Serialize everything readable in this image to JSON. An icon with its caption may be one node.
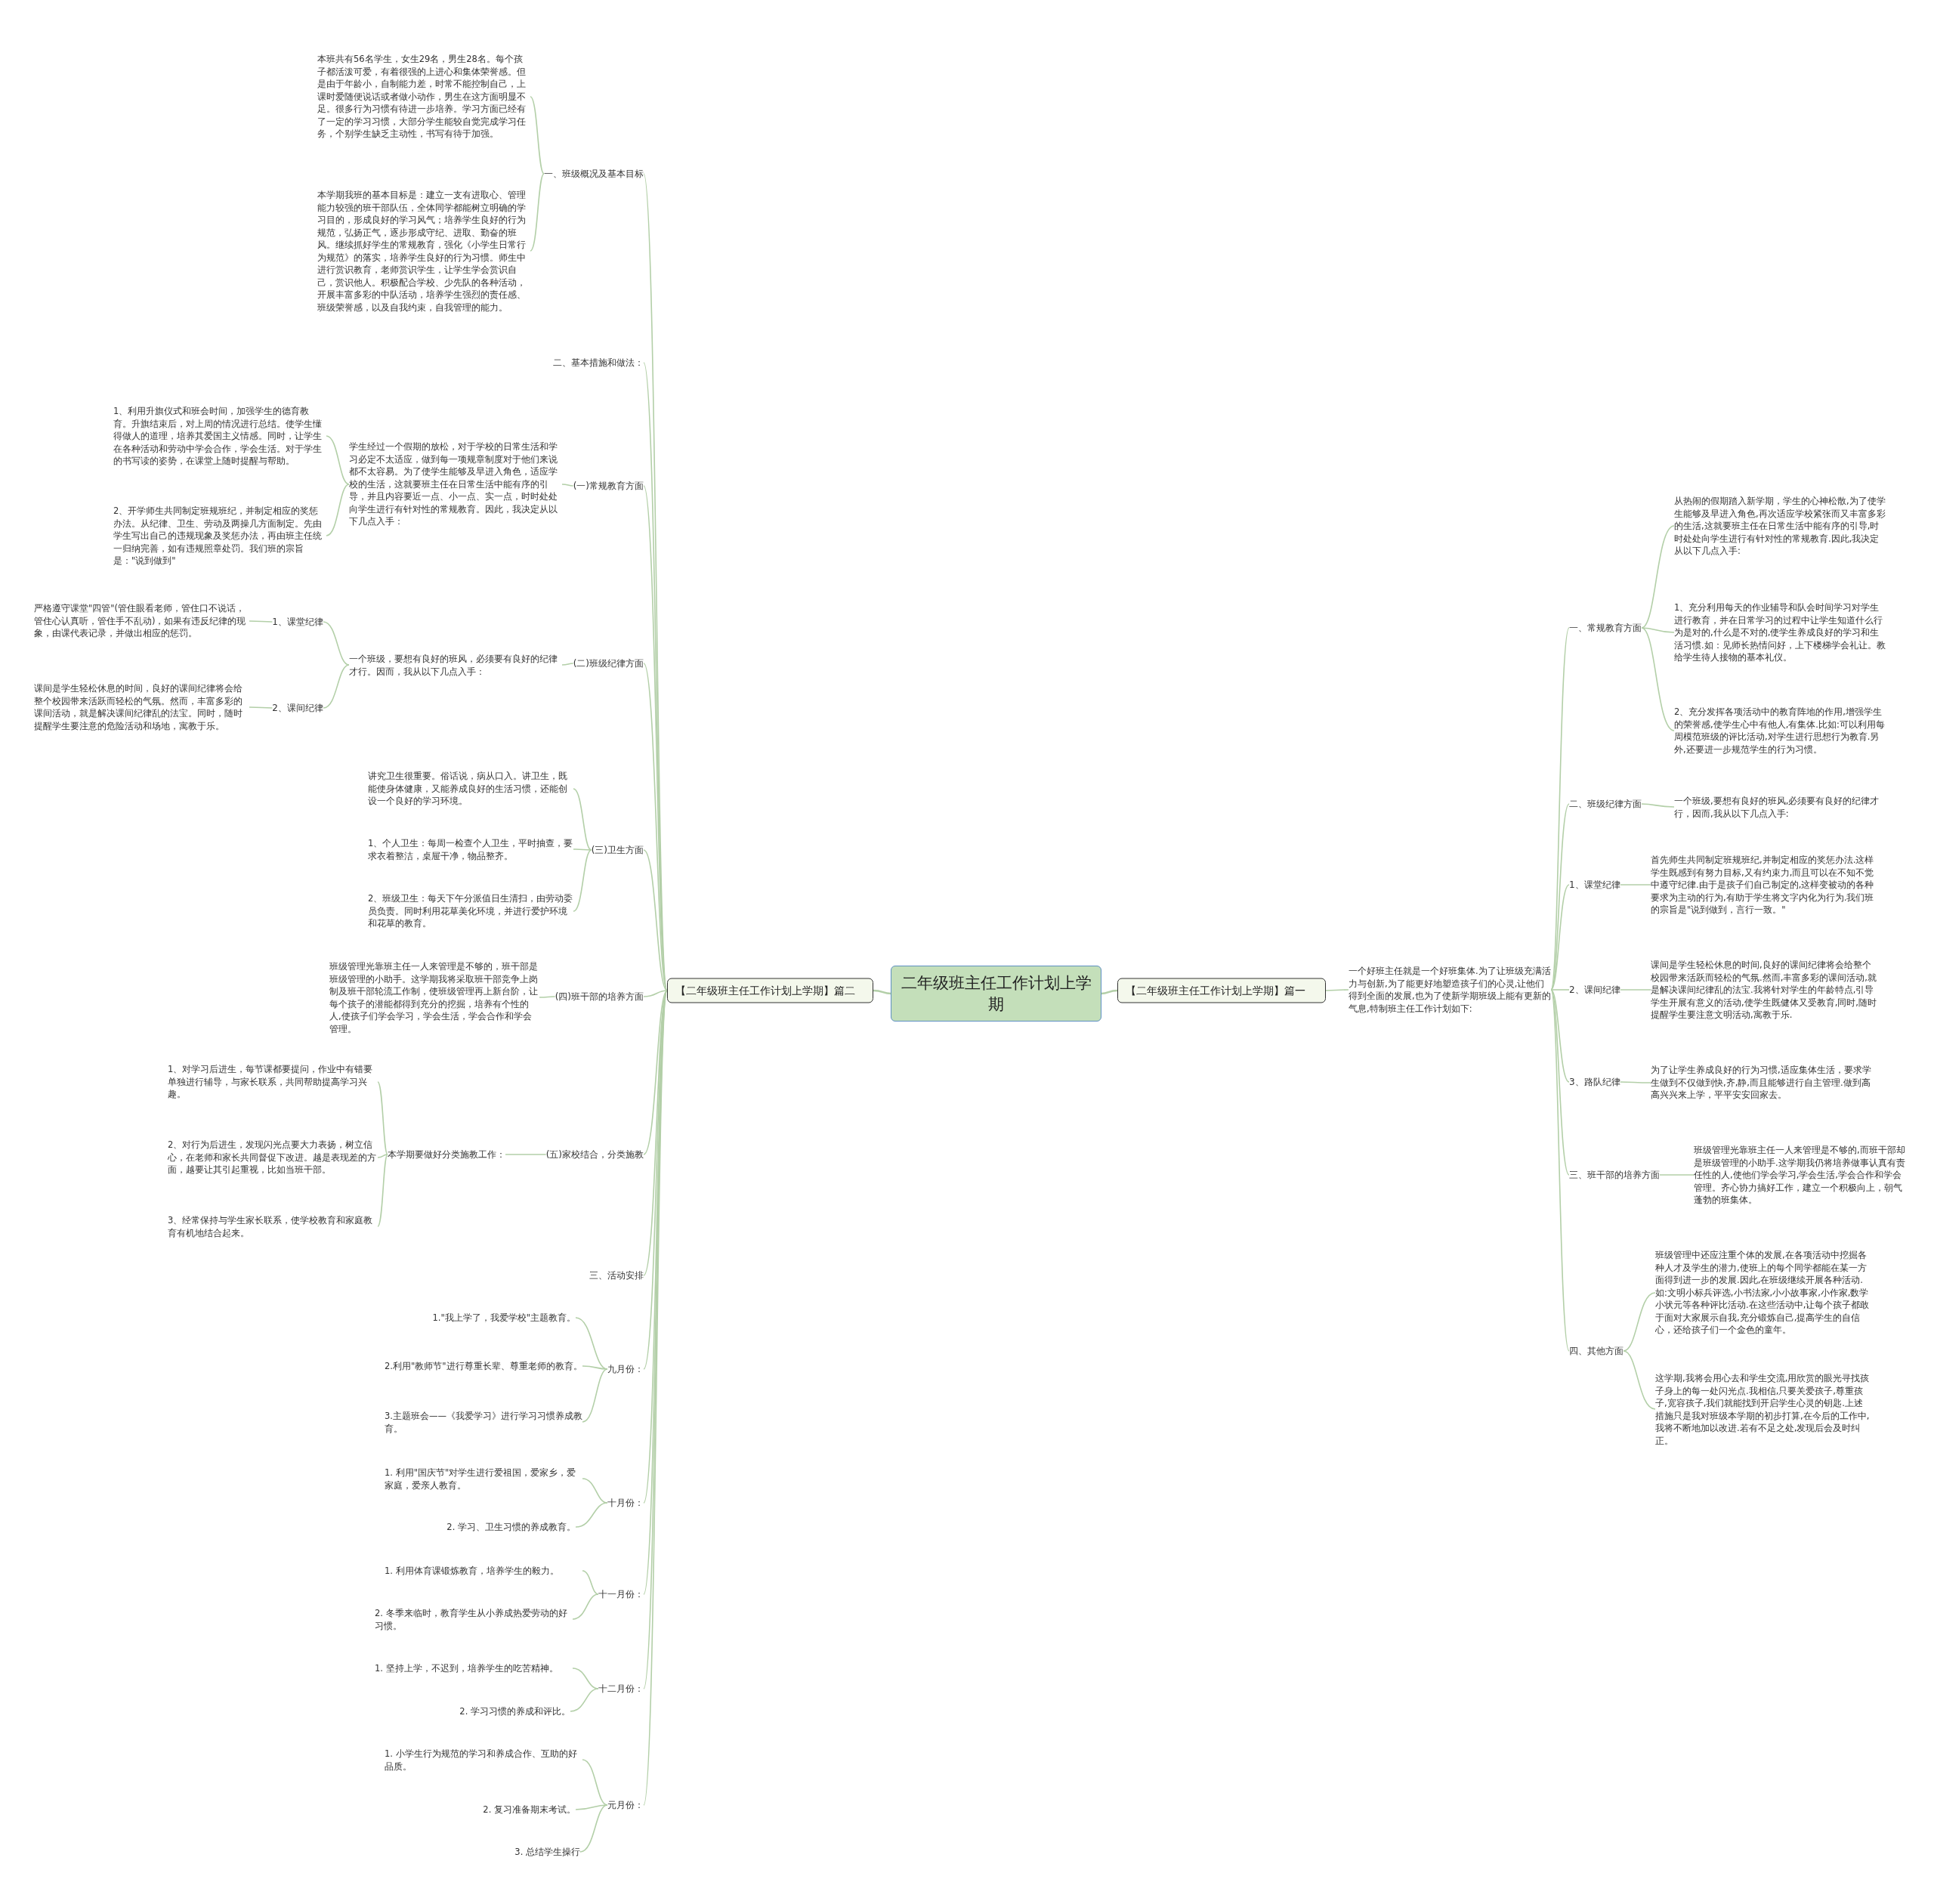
{
  "diagram": {
    "nodes": [
      {
        "text": [
          "二年级班主任工作计划上学期"
        ]
      },
      {
        "text": [
          "【二年级班主任工作计划上学期】篇一"
        ]
      },
      {
        "text": [
          "【二年级班主任工作计划上学期】篇二"
        ]
      },
      {
        "text": [
          "一个好班主任就是一个好班集体.为了让班级充满活力与创新,为了能更好地塑造孩子们的心灵,让他们得到全面的发展,也为了使新学期班级上能有更新的气息,特制班主任工作计划如下:"
        ]
      },
      {
        "text": [
          "一、常规教育方面"
        ]
      },
      {
        "text": [
          "从热闹的假期踏入新学期，学生的心神松散,为了使学生能够及早进入角色,再次适应学校紧张而又丰富多彩的生活,这就要班主任在日常生活中能有序的引导,时时处处向学生进行有针对性的常规教育.因此,我决定从以下几点入手:"
        ]
      },
      {
        "text": [
          "1、充分利用每天的作业辅导和队会时间学习对学生进行教育，并在日常学习的过程中让学生知道什么行为是对的,什么是不对的,使学生养成良好的学习和生活习惯.如：见师长热情问好，上下楼梯学会礼让。教给学生待人接物的基本礼仪。"
        ]
      },
      {
        "text": [
          "2、充分发挥各项活动中的教育阵地的作用,增强学生的荣誉感,使学生心中有他人,有集体.比如:可以利用每周模范班级的评比活动,对学生进行思想行为教育.另外,还要进一步规范学生的行为习惯。"
        ]
      },
      {
        "text": [
          "二、班级纪律方面"
        ]
      },
      {
        "text": [
          "一个班级,要想有良好的班风,必须要有良好的纪律才行，因而,我从以下几点入手:"
        ]
      },
      {
        "text": [
          "1、课堂纪律"
        ]
      },
      {
        "text": [
          "首先师生共同制定班规班纪,并制定相应的奖惩办法.这样学生既感到有努力目标,又有约束力,而且可以在不知不觉中遵守纪律.由于是孩子们自己制定的,这样变被动的各种要求为主动的行为,有助于学生将文字内化为行为.我们班的宗旨是\"说到做到，言行一致。\""
        ]
      },
      {
        "text": [
          "2、课间纪律"
        ]
      },
      {
        "text": [
          "课间是学生轻松休息的时间,良好的课间纪律将会给整个校园带来活跃而轻松的气氛.然而,丰富多彩的课间活动,就是解决课间纪律乱的法宝.我将针对学生的年龄特点,引导学生开展有意义的活动,使学生既健体又受教育,同时,随时提醒学生要注意文明活动,寓教于乐."
        ]
      },
      {
        "text": [
          "3、路队纪律"
        ]
      },
      {
        "text": [
          "为了让学生养成良好的行为习惯,适应集体生活，要求学生做到不仅做到快,齐,静,而且能够进行自主管理.做到高高兴兴来上学，平平安安回家去。"
        ]
      },
      {
        "text": [
          "三、班干部的培养方面"
        ]
      },
      {
        "text": [
          "班级管理光靠班主任一人来管理是不够的,而班干部却是班级管理的小助手.这学期我仍将培养做事认真有责任性的人,使他们学会学习,学会生活,学会合作和学会管理。齐心协力搞好工作，建立一个积极向上，朝气蓬勃的班集体。"
        ]
      },
      {
        "text": [
          "四、其他方面"
        ]
      },
      {
        "text": [
          "班级管理中还应注重个体的发展,在各项活动中挖掘各种人才及学生的潜力,使班上的每个同学都能在某一方面得到进一步的发展.因此,在班级继续开展各种活动.如:文明小标兵评选,小书法家,小小故事家,小作家,数学小状元等各种评比活动.在这些活动中,让每个孩子都敢于面对大家展示自我,充分锻炼自己,提高学生的自信心，还给孩子们一个金色的童年。"
        ]
      },
      {
        "text": [
          "这学期,我将会用心去和学生交流,用欣赏的眼光寻找孩子身上的每一处闪光点.我相信,只要关爱孩子,尊重孩子,宽容孩子,我们就能找到开启学生心灵的钥匙.上述措施只是我对班级本学期的初步打算,在今后的工作中,我将不断地加以改进.若有不足之处,发现后会及时纠正。"
        ]
      },
      {
        "text": [
          "一、班级概况及基本目标"
        ]
      },
      {
        "text": [
          "本班共有56名学生，女生29名，男生28名。每个孩子都活泼可爱，有着很强的上进心和集体荣誉感。但是由于年龄小，自制能力差，时常不能控制自己，上课时爱随便说话或者做小动作，男生在这方面明显不足。很多行为习惯有待进一步培养。学习方面已经有了一定的学习习惯，大部分学生能较自觉完成学习任务，个别学生缺乏主动性，书写有待于加强。"
        ]
      },
      {
        "text": [
          "本学期我班的基本目标是：建立一支有进取心、管理能力较强的班干部队伍，全体同学都能树立明确的学习目的，形成良好的学习风气；培养学生良好的行为规范，弘扬正气，逐步形成守纪、进取、勤奋的班风。继续抓好学生的常规教育，强化《小学生日常行为规范》的落实，培养学生良好的行为习惯。师生中进行赏识教育，老师赏识学生，让学生学会赏识自己，赏识他人。积极配合学校、少先队的各种活动，开展丰富多彩的中队活动，培养学生强烈的责任感、班级荣誉感，以及自我约束，自我管理的能力。"
        ]
      },
      {
        "text": [
          "二、基本措施和做法："
        ]
      },
      {
        "text": [
          "(一)常规教育方面"
        ]
      },
      {
        "text": [
          "学生经过一个假期的放松，对于学校的日常生活和学习必定不太适应，做到每一项规章制度对于他们来说都不太容易。为了使学生能够及早进入角色，适应学校的生活，这就要班主任在日常生活中能有序的引导，并且内容要近一点、小一点、实一点，时时处处向学生进行有针对性的常规教育。因此，我决定从以下几点入手："
        ]
      },
      {
        "text": [
          "1、利用升旗仪式和班会时间，加强学生的德育教育。升旗结束后，对上周的情况进行总结。使学生懂得做人的道理，培养其爱国主义情感。同时，让学生在各种活动和劳动中学会合作，学会生活。对于学生的书写读的姿势，在课堂上随时提醒与帮助。"
        ]
      },
      {
        "text": [
          "2、开学师生共同制定班规班纪，并制定相应的奖惩办法。从纪律、卫生、劳动及两操几方面制定。先由学生写出自己的违规现象及奖惩办法，再由班主任统一归纳完善，如有违规照章处罚。我们班的宗旨是：\"说到做到\""
        ]
      },
      {
        "text": [
          "(二)班级纪律方面"
        ]
      },
      {
        "text": [
          "一个班级，要想有良好的班风，必须要有良好的纪律才行。因而，我从以下几点入手："
        ]
      },
      {
        "text": [
          "1、课堂纪律"
        ]
      },
      {
        "text": [
          "严格遵守课堂\"四管\"(管住眼看老师，管住口不说话，管住心认真听，管住手不乱动)，如果有违反纪律的现象，由课代表记录，并做出相应的惩罚。"
        ]
      },
      {
        "text": [
          "2、课间纪律"
        ]
      },
      {
        "text": [
          "课间是学生轻松休息的时间，良好的课间纪律将会给整个校园带来活跃而轻松的气氛。然而，丰富多彩的课间活动，就是解决课间纪律乱的法宝。同时，随时提醒学生要注意的危险活动和场地，寓教于乐。"
        ]
      },
      {
        "text": [
          "(三)卫生方面"
        ]
      },
      {
        "text": [
          "讲究卫生很重要。俗话说，病从口入。讲卫生，既能使身体健康，又能养成良好的生活习惯，还能创设一个良好的学习环境。"
        ]
      },
      {
        "text": [
          "1、个人卫生：每周一检查个人卫生，平时抽查，要求衣着整洁，桌屉干净，物品整齐。"
        ]
      },
      {
        "text": [
          "2、班级卫生：每天下午分派值日生清扫，由劳动委员负责。同时利用花草美化环境，并进行爱护环境和花草的教育。"
        ]
      },
      {
        "text": [
          "(四)班干部的培养方面"
        ]
      },
      {
        "text": [
          "班级管理光靠班主任一人来管理是不够的，班干部是班级管理的小助手。这学期我将采取班干部竞争上岗制及班干部轮流工作制，使班级管理再上新台阶，让每个孩子的潜能都得到充分的挖掘，培养有个性的人,使孩子们学会学习，学会生活，学会合作和学会管理。"
        ]
      },
      {
        "text": [
          "(五)家校结合，分类施教"
        ]
      },
      {
        "text": [
          "本学期要做好分类施教工作："
        ]
      },
      {
        "text": [
          "1、对学习后进生，每节课都要提问，作业中有错要单独进行辅导，与家长联系，共同帮助提高学习兴趣。"
        ]
      },
      {
        "text": [
          "2、对行为后进生，发现闪光点要大力表扬，树立信心，在老师和家长共同督促下改进。越是表现差的方面，越要让其引起重视，比如当班干部。"
        ]
      },
      {
        "text": [
          "3、经常保持与学生家长联系，使学校教育和家庭教育有机地结合起来。"
        ]
      },
      {
        "text": [
          "三、活动安排"
        ]
      },
      {
        "text": [
          "九月份："
        ]
      },
      {
        "text": [
          "1.\"我上学了，我爱学校\"主题教育。"
        ]
      },
      {
        "text": [
          "2.利用\"教师节\"进行尊重长辈、尊重老师的教育。"
        ]
      },
      {
        "text": [
          "3.主题班会——《我爱学习》进行学习习惯养成教育。"
        ]
      },
      {
        "text": [
          "十月份："
        ]
      },
      {
        "text": [
          "1. 利用\"国庆节\"对学生进行爱祖国，爱家乡，爱家庭，爱亲人教育。"
        ]
      },
      {
        "text": [
          "2. 学习、卫生习惯的养成教育。"
        ]
      },
      {
        "text": [
          "十一月份："
        ]
      },
      {
        "text": [
          "1. 利用体育课锻炼教育，培养学生的毅力。"
        ]
      },
      {
        "text": [
          "2. 冬季来临时，教育学生从小养成热爱劳动的好习惯。"
        ]
      },
      {
        "text": [
          "十二月份："
        ]
      },
      {
        "text": [
          "1. 坚持上学，不迟到，培养学生的吃苦精神。"
        ]
      },
      {
        "text": [
          "2. 学习习惯的养成和评比。"
        ]
      },
      {
        "text": [
          "元月份："
        ]
      },
      {
        "text": [
          "1. 小学生行为规范的学习和养成合作、互助的好品质。"
        ]
      },
      {
        "text": [
          "2. 复习准备期末考试。"
        ]
      },
      {
        "text": [
          "3. 总结学生操行"
        ]
      }
    ],
    "edges": [
      {
        "from": 0,
        "to": 1,
        "arrow": "none"
      },
      {
        "from": 0,
        "to": 2,
        "arrow": "none"
      },
      {
        "from": 1,
        "to": 3,
        "arrow": "none"
      },
      {
        "from": 3,
        "to": 4,
        "arrow": "none"
      },
      {
        "from": 4,
        "to": 5,
        "arrow": "none"
      },
      {
        "from": 4,
        "to": 6,
        "arrow": "none"
      },
      {
        "from": 4,
        "to": 7,
        "arrow": "none"
      },
      {
        "from": 3,
        "to": 8,
        "arrow": "none"
      },
      {
        "from": 8,
        "to": 9,
        "arrow": "none"
      },
      {
        "from": 3,
        "to": 10,
        "arrow": "none"
      },
      {
        "from": 10,
        "to": 11,
        "arrow": "none"
      },
      {
        "from": 3,
        "to": 12,
        "arrow": "none"
      },
      {
        "from": 12,
        "to": 13,
        "arrow": "none"
      },
      {
        "from": 3,
        "to": 14,
        "arrow": "none"
      },
      {
        "from": 14,
        "to": 15,
        "arrow": "none"
      },
      {
        "from": 3,
        "to": 16,
        "arrow": "none"
      },
      {
        "from": 16,
        "to": 17,
        "arrow": "none"
      },
      {
        "from": 3,
        "to": 18,
        "arrow": "none"
      },
      {
        "from": 18,
        "to": 19,
        "arrow": "none"
      },
      {
        "from": 18,
        "to": 20,
        "arrow": "none"
      },
      {
        "from": 2,
        "to": 21,
        "arrow": "none"
      },
      {
        "from": 21,
        "to": 22,
        "arrow": "none"
      },
      {
        "from": 21,
        "to": 23,
        "arrow": "none"
      },
      {
        "from": 2,
        "to": 24,
        "arrow": "none"
      },
      {
        "from": 2,
        "to": 25,
        "arrow": "none"
      },
      {
        "from": 25,
        "to": 26,
        "arrow": "none"
      },
      {
        "from": 26,
        "to": 27,
        "arrow": "none"
      },
      {
        "from": 26,
        "to": 28,
        "arrow": "none"
      },
      {
        "from": 2,
        "to": 29,
        "arrow": "none"
      },
      {
        "from": 29,
        "to": 30,
        "arrow": "none"
      },
      {
        "from": 30,
        "to": 31,
        "arrow": "none"
      },
      {
        "from": 31,
        "to": 32,
        "arrow": "none"
      },
      {
        "from": 30,
        "to": 33,
        "arrow": "none"
      },
      {
        "from": 33,
        "to": 34,
        "arrow": "none"
      },
      {
        "from": 2,
        "to": 35,
        "arrow": "none"
      },
      {
        "from": 35,
        "to": 36,
        "arrow": "none"
      },
      {
        "from": 35,
        "to": 37,
        "arrow": "none"
      },
      {
        "from": 35,
        "to": 38,
        "arrow": "none"
      },
      {
        "from": 2,
        "to": 39,
        "arrow": "none"
      },
      {
        "from": 39,
        "to": 40,
        "arrow": "none"
      },
      {
        "from": 2,
        "to": 41,
        "arrow": "none"
      },
      {
        "from": 41,
        "to": 42,
        "arrow": "none"
      },
      {
        "from": 42,
        "to": 43,
        "arrow": "none"
      },
      {
        "from": 42,
        "to": 44,
        "arrow": "none"
      },
      {
        "from": 42,
        "to": 45,
        "arrow": "none"
      },
      {
        "from": 2,
        "to": 46,
        "arrow": "none"
      },
      {
        "from": 2,
        "to": 47,
        "arrow": "none"
      },
      {
        "from": 47,
        "to": 48,
        "arrow": "none"
      },
      {
        "from": 47,
        "to": 49,
        "arrow": "none"
      },
      {
        "from": 47,
        "to": 50,
        "arrow": "none"
      },
      {
        "from": 2,
        "to": 51,
        "arrow": "none"
      },
      {
        "from": 51,
        "to": 52,
        "arrow": "none"
      },
      {
        "from": 51,
        "to": 53,
        "arrow": "none"
      },
      {
        "from": 2,
        "to": 54,
        "arrow": "none"
      },
      {
        "from": 54,
        "to": 55,
        "arrow": "none"
      },
      {
        "from": 54,
        "to": 56,
        "arrow": "none"
      },
      {
        "from": 2,
        "to": 57,
        "arrow": "none"
      },
      {
        "from": 57,
        "to": 58,
        "arrow": "none"
      },
      {
        "from": 57,
        "to": 59,
        "arrow": "none"
      },
      {
        "from": 2,
        "to": 60,
        "arrow": "none"
      },
      {
        "from": 60,
        "to": 61,
        "arrow": "none"
      },
      {
        "from": 60,
        "to": 62,
        "arrow": "none"
      },
      {
        "from": 60,
        "to": 63,
        "arrow": "none"
      }
    ]
  }
}
